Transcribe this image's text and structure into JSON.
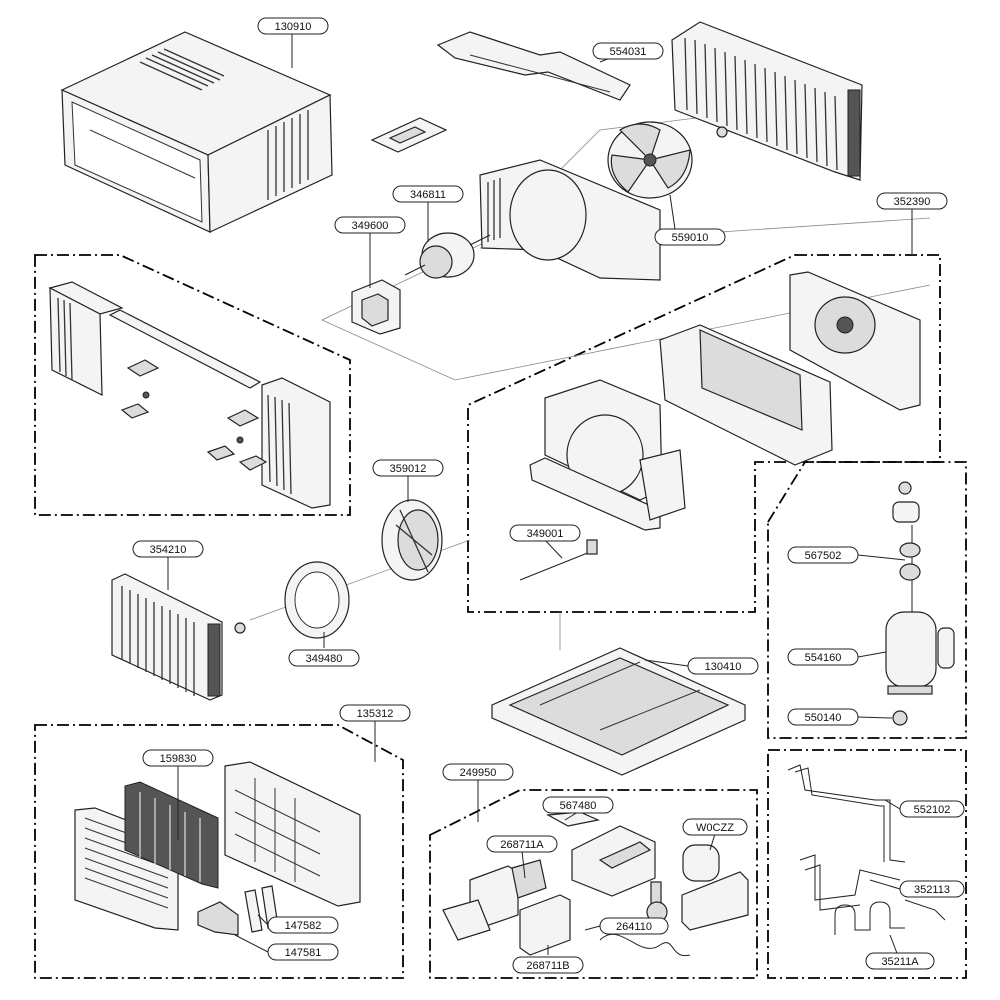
{
  "labels": {
    "l130910": "130910",
    "l554031": "554031",
    "l346811": "346811",
    "l349600": "349600",
    "l559010": "559010",
    "l352390": "352390",
    "l359012": "359012",
    "l349001": "349001",
    "l354210": "354210",
    "l567502": "567502",
    "l349480": "349480",
    "l554160": "554160",
    "l130410": "130410",
    "l550140": "550140",
    "l135312": "135312",
    "l249950": "249950",
    "l159830": "159830",
    "l567480": "567480",
    "l268711A": "268711A",
    "lW0CZZ": "W0CZZ",
    "l552102": "552102",
    "l352113": "352113",
    "l147582": "147582",
    "l264110": "264110",
    "l147581": "147581",
    "l268711B": "268711B",
    "l35211A": "35211A"
  },
  "colors": {
    "line": "#222222",
    "fill": "#f4f4f4",
    "background": "#ffffff"
  }
}
